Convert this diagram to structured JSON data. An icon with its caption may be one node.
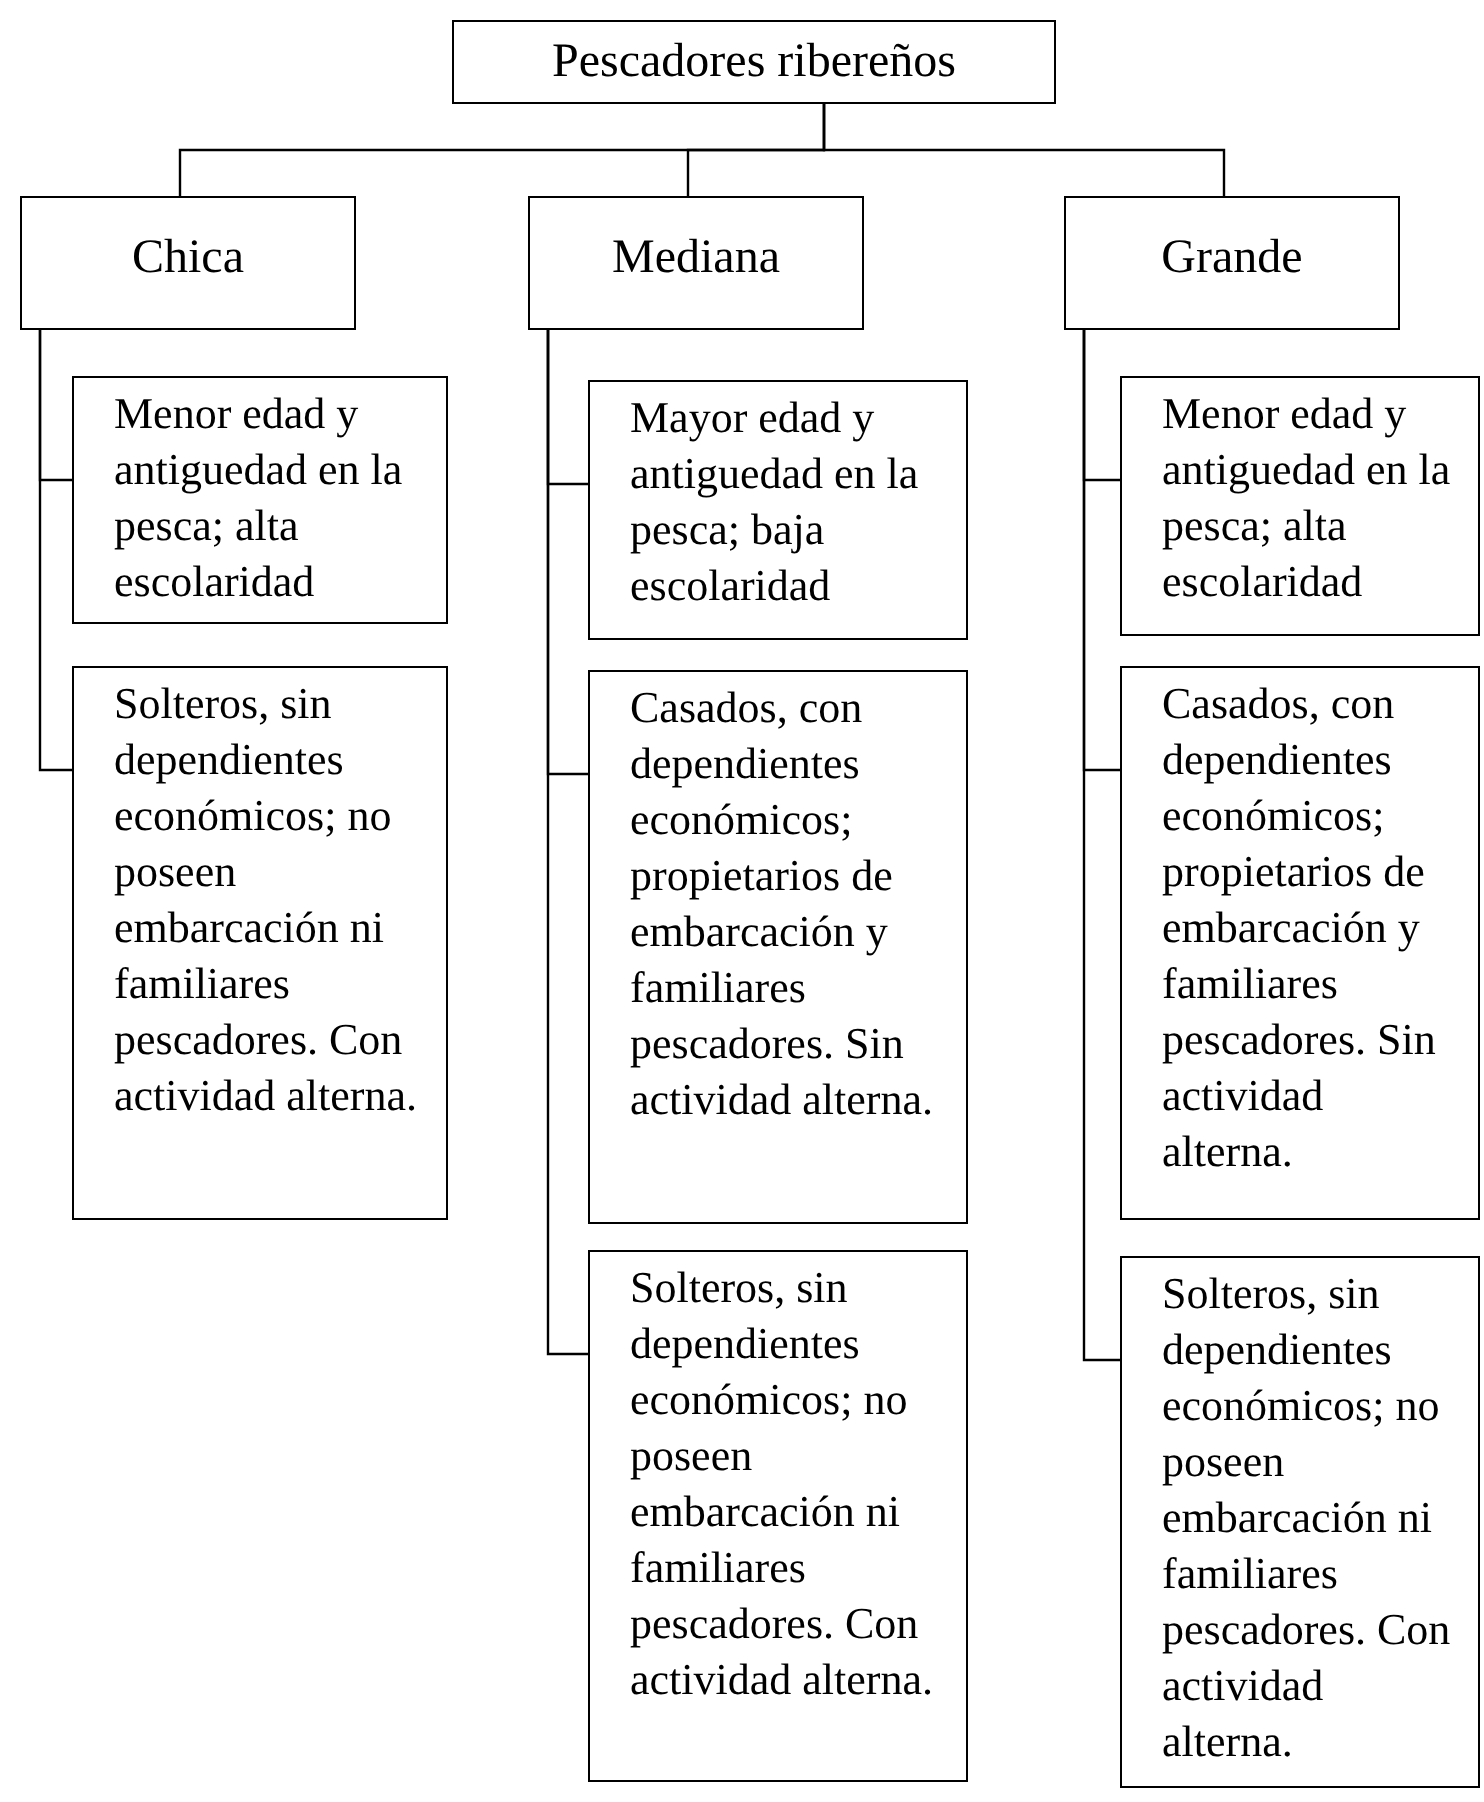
{
  "diagram": {
    "nodes": [
      {
        "text": [
          "Pescadores ribereños"
        ]
      },
      {
        "text": [
          "Chica"
        ]
      },
      {
        "text": [
          "Menor edad y antiguedad en la pesca; alta escolaridad"
        ]
      },
      {
        "text": [
          "Solteros, sin dependientes económicos; no poseen embarcación ni familiares pescadores. Con actividad alterna."
        ]
      },
      {
        "text": [
          "Mediana"
        ]
      },
      {
        "text": [
          "Mayor edad y antiguedad en la pesca; baja escolaridad"
        ]
      },
      {
        "text": [
          "Casados, con dependientes económicos; propietarios de embarcación y familiares pescadores. Sin actividad alterna."
        ]
      },
      {
        "text": [
          "Solteros, sin dependientes económicos; no poseen embarcación ni familiares pescadores. Con actividad alterna."
        ]
      },
      {
        "text": [
          "Grande"
        ]
      },
      {
        "text": [
          "Menor edad y antiguedad en la pesca; alta escolaridad"
        ]
      },
      {
        "text": [
          "Casados, con dependientes económicos; propietarios de embarcación y familiares pescadores. Sin actividad alterna."
        ]
      },
      {
        "text": [
          "Solteros, sin dependientes económicos; no poseen embarcación ni familiares pescadores. Con actividad alterna."
        ]
      }
    ],
    "edges": [
      {
        "from": 0,
        "to": 1,
        "arrow": "none"
      },
      {
        "from": 0,
        "to": 4,
        "arrow": "none"
      },
      {
        "from": 0,
        "to": 8,
        "arrow": "none"
      },
      {
        "from": 1,
        "to": 2,
        "arrow": "none"
      },
      {
        "from": 1,
        "to": 3,
        "arrow": "none"
      },
      {
        "from": 4,
        "to": 5,
        "arrow": "none"
      },
      {
        "from": 4,
        "to": 6,
        "arrow": "none"
      },
      {
        "from": 4,
        "to": 7,
        "arrow": "none"
      },
      {
        "from": 8,
        "to": 9,
        "arrow": "none"
      },
      {
        "from": 8,
        "to": 10,
        "arrow": "none"
      },
      {
        "from": 8,
        "to": 11,
        "arrow": "none"
      }
    ]
  }
}
